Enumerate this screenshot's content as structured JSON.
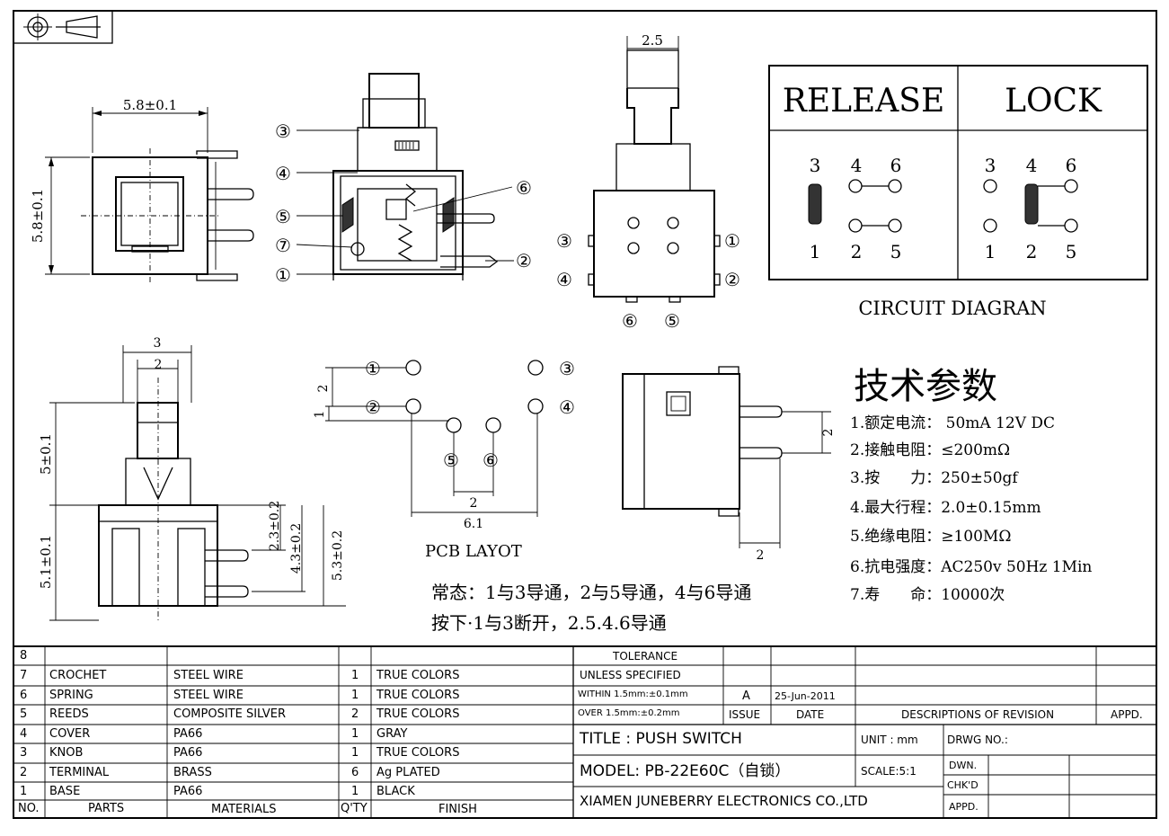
{
  "projection_symbol": "first-angle-projection-icon",
  "dims": {
    "width": "5.8±0.1",
    "height": "5.8±0.1",
    "top_width": "2.5",
    "side_w3": "3",
    "side_w2": "2",
    "side_h5": "5±0.1",
    "side_h51": "5.1±0.1",
    "side_23": "2.3±0.2",
    "side_43": "4.3±0.2",
    "side_53": "5.3±0.2",
    "pcb_2": "2",
    "pcb_1": "1",
    "pcb_2b": "2",
    "pcb_61": "6.1",
    "right_2a": "2",
    "right_2b": "2"
  },
  "callouts": [
    "③",
    "④",
    "⑤",
    "⑦",
    "①",
    "⑥",
    "②"
  ],
  "pins": {
    "p1": "①",
    "p2": "②",
    "p3": "③",
    "p4": "④",
    "p5": "⑤",
    "p6": "⑥"
  },
  "circuit": {
    "release": "RELEASE",
    "lock": "LOCK",
    "top_nums": [
      "3",
      "4",
      "6"
    ],
    "bottom_nums": [
      "1",
      "2",
      "5"
    ],
    "caption": "CIRCUIT DIAGRAN"
  },
  "pcb_caption": "PCB LAYOT",
  "specs": {
    "title": "技术参数",
    "l1": "1.额定电流： 50mA 12V DC",
    "l2": "2.接触电阻：≤200mΩ",
    "l3": "3.按　　力：250±50gf",
    "l4": "4.最大行程：2.0±0.15mm",
    "l5": "5.绝缘电阻：≥100MΩ",
    "l6": "6.抗电强度：AC250v 50Hz 1Min",
    "l7": "7.寿　　命：10000次"
  },
  "notes": {
    "normal": "常态：1与3导通，2与5导通，4与6导通",
    "pressed": "按下·1与3断开，2.5.4.6导通"
  },
  "bom": {
    "rows": [
      {
        "no": "8",
        "part": "",
        "mat": "",
        "qty": "",
        "fin": ""
      },
      {
        "no": "7",
        "part": "CROCHET",
        "mat": "STEEL WIRE",
        "qty": "1",
        "fin": "TRUE COLORS"
      },
      {
        "no": "6",
        "part": "SPRING",
        "mat": "STEEL WIRE",
        "qty": "1",
        "fin": "TRUE COLORS"
      },
      {
        "no": "5",
        "part": "REEDS",
        "mat": "COMPOSITE SILVER",
        "qty": "2",
        "fin": "TRUE COLORS"
      },
      {
        "no": "4",
        "part": "COVER",
        "mat": "PA66",
        "qty": "1",
        "fin": "GRAY"
      },
      {
        "no": "3",
        "part": "KNOB",
        "mat": "PA66",
        "qty": "1",
        "fin": "TRUE COLORS"
      },
      {
        "no": "2",
        "part": "TERMINAL",
        "mat": "BRASS",
        "qty": "6",
        "fin": "Ag PLATED"
      },
      {
        "no": "1",
        "part": "BASE",
        "mat": "PA66",
        "qty": "1",
        "fin": "BLACK"
      }
    ],
    "head": {
      "no": "NO.",
      "part": "PARTS",
      "mat": "MATERIALS",
      "qty": "Q'TY",
      "fin": "FINISH"
    }
  },
  "title_block": {
    "tolerance": "TOLERANCE",
    "unless": "UNLESS  SPECIFIED",
    "within": "WITHIN 1.5mm:±0.1mm",
    "over": "OVER  1.5mm:±0.2mm",
    "rev_a": "A",
    "rev_date": "25-Jun-2011",
    "issue": "ISSUE",
    "date": "DATE",
    "desc": "DESCRIPTIONS OF REVISION",
    "appd": "APPD.",
    "title": "TITLE :  PUSH SWITCH",
    "unit": "UNIT : mm",
    "drwg": "DRWG NO.:",
    "model": "MODEL: PB-22E60C（自锁）",
    "scale": "SCALE:5:1",
    "dwn": "DWN.",
    "chkd": "CHK'D",
    "appd2": "APPD.",
    "company": "XIAMEN JUNEBERRY ELECTRONICS CO.,LTD"
  }
}
